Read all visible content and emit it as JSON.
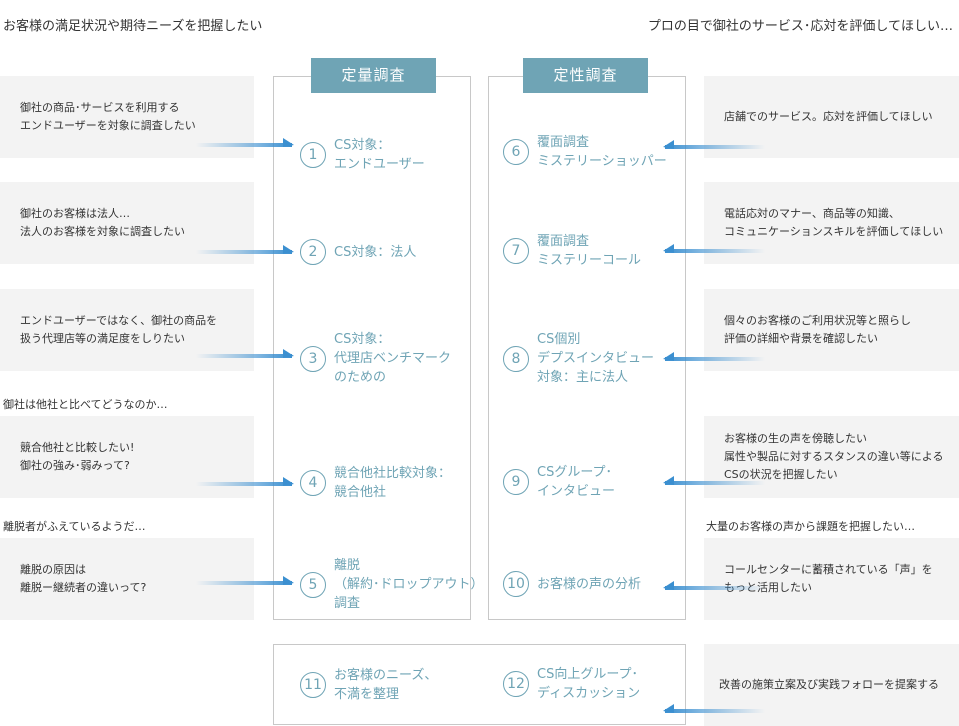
{
  "headings": {
    "left": "お客様の満足状況や期待ニーズを把握したい",
    "right": "プロの目で御社のサービス･応対を評価してほしい…"
  },
  "panels": {
    "quantitative": "定量調査",
    "qualitative": "定性調査"
  },
  "left_needs": [
    "御社の商品･サービスを利用する\nエンドユーザーを対象に調査したい",
    "御社のお客様は法人…\n法人のお客様を対象に調査したい",
    "エンドユーザーではなく、御社の商品を\n扱う代理店等の満足度をしりたい",
    "競合他社と比較したい!\n御社の強み･弱みって?",
    "離脱の原因は\n離脱ー継続者の違いって?"
  ],
  "left_subheads": [
    "御社は他社と比べてどうなのか…",
    "離脱者がふえているようだ…"
  ],
  "quantitative_methods": [
    {
      "num": "1",
      "label": "CS対象：\nエンドユーザー"
    },
    {
      "num": "2",
      "label": "CS対象：法人"
    },
    {
      "num": "3",
      "label": "CS対象：\n代理店ベンチマーク\nのための"
    },
    {
      "num": "4",
      "label": "競合他社比較対象：\n競合他社"
    },
    {
      "num": "5",
      "label": "離脱\n（解約･ドロップアウト）\n調査"
    }
  ],
  "qualitative_methods": [
    {
      "num": "6",
      "label": "覆面調査\nミステリーショッパー"
    },
    {
      "num": "7",
      "label": "覆面調査\nミステリーコール"
    },
    {
      "num": "8",
      "label": "CS個別\nデプスインタビュー\n対象：主に法人"
    },
    {
      "num": "9",
      "label": "CSグループ･\nインタビュー"
    },
    {
      "num": "10",
      "label": "お客様の声の分析"
    }
  ],
  "right_needs": [
    "店舗でのサービス。応対を評価してほしい",
    "電話応対のマナー、商品等の知識、\nコミュニケーションスキルを評価してほしい",
    "個々のお客様のご利用状況等と照らし\n評価の詳細や背景を確認したい",
    "お客様の生の声を傍聴したい\n属性や製品に対するスタンスの違い等による\nCSの状況を把握したい",
    "コールセンターに蓄積されている「声」を\nもっと活用したい",
    "改善の施策立案及び実践フォローを提案する"
  ],
  "right_subheads": [
    "大量のお客様の声から課題を把握したい…"
  ],
  "bottom_methods": [
    {
      "num": "11",
      "label": "お客様のニーズ、\n不満を整理"
    },
    {
      "num": "12",
      "label": "CS向上グループ･\nディスカッション"
    }
  ],
  "colors": {
    "accent": "#6fa4b5",
    "arrow": "#3b8fd0",
    "box_bg": "#f3f3f3",
    "border": "#c8c8c8"
  }
}
